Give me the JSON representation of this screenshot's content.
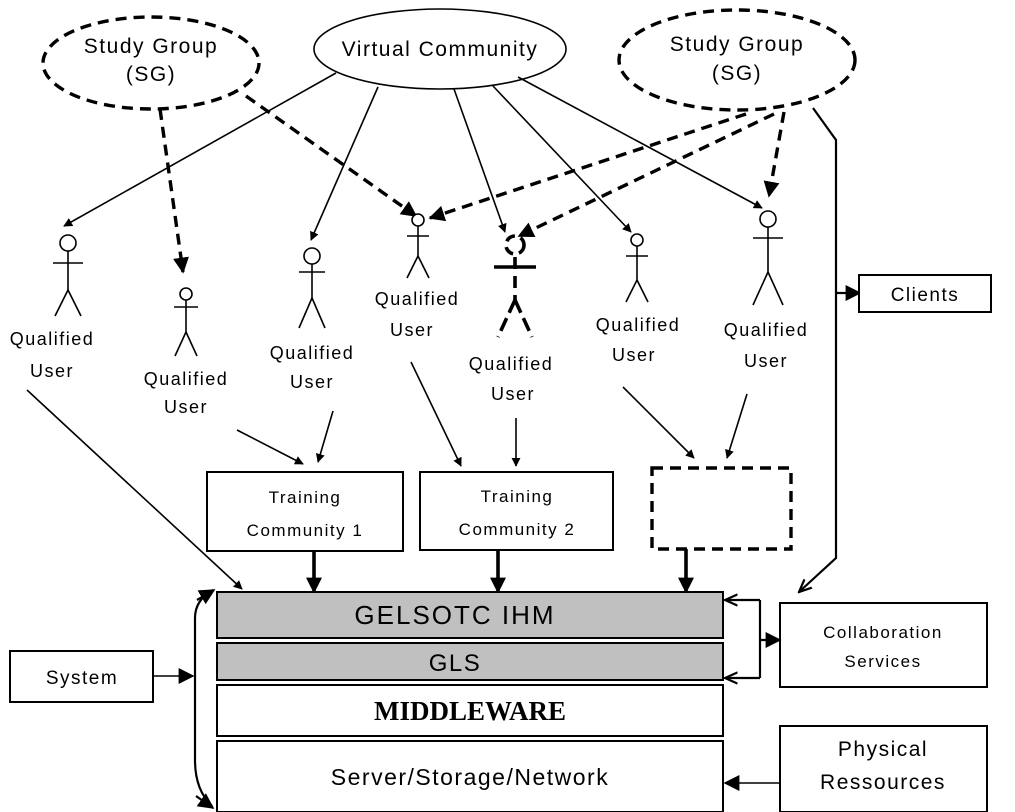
{
  "ellipses": {
    "study_group_left": {
      "line1": "Study Group",
      "line2": "(SG)"
    },
    "virtual_community": {
      "label": "Virtual Community"
    },
    "study_group_right": {
      "line1": "Study Group",
      "line2": "(SG)"
    }
  },
  "users": [
    {
      "line1": "Qualified",
      "line2": "User"
    },
    {
      "line1": "Qualified",
      "line2": "User"
    },
    {
      "line1": "Qualified",
      "line2": "User"
    },
    {
      "line1": "Qualified",
      "line2": "User"
    },
    {
      "line1": "Qualified",
      "line2": "User"
    },
    {
      "line1": "Qualified",
      "line2": "User"
    },
    {
      "line1": "Qualified",
      "line2": "User"
    }
  ],
  "training": {
    "community1": {
      "line1": "Training",
      "line2": "Community 1"
    },
    "community2": {
      "line1": "Training",
      "line2": "Community 2"
    }
  },
  "layers": {
    "gelsotc": "GELSOTC IHM",
    "gls": "GLS",
    "middleware": "MIDDLEWARE",
    "server": "Server/Storage/Network"
  },
  "side_boxes": {
    "clients": "Clients",
    "system": "System",
    "collaboration": {
      "line1": "Collaboration",
      "line2": "Services"
    },
    "physical": {
      "line1": "Physical",
      "line2": "Ressources"
    }
  },
  "colors": {
    "layer_fill": "#c0c0c0",
    "stroke": "#000000",
    "background": "#ffffff"
  }
}
